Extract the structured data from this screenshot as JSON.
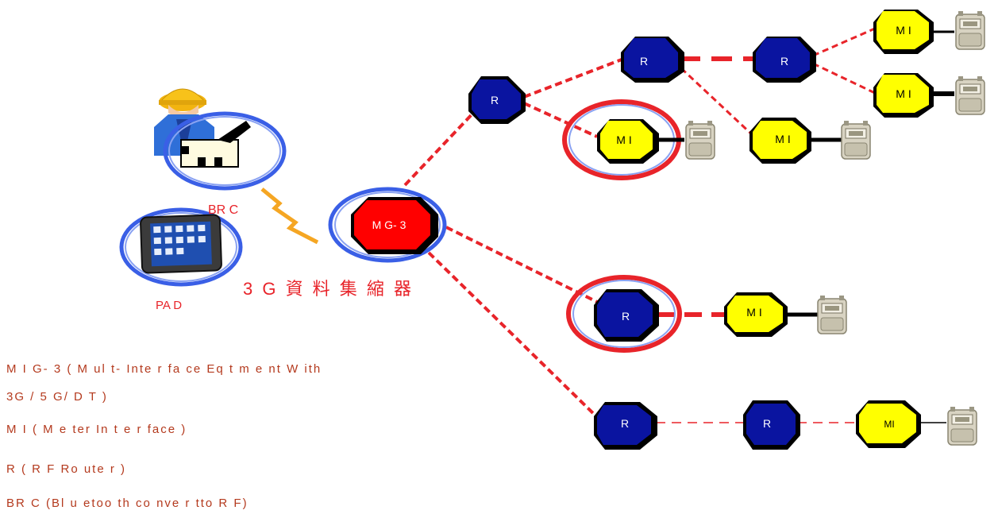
{
  "labels": {
    "brc": "BR C",
    "pad": "PA D",
    "concentrator": "3 G 資 料 集 縮 器",
    "mig": "M G- 3",
    "router": "R",
    "meter": "M I",
    "meter_alt": "MI"
  },
  "legend": [
    "M I G- 3  (    M  ul t- Inte  r fa ce  Eq  t m e  nt  W ith",
    "3G  / 5  G/   D  T )",
    "M I  (  M e  ter In  t e  r face   )",
    "R (  R  F  Ro  ute  r )",
    "BR  C (Bl u  etoo  th  co  nve  r tto  R  F)"
  ],
  "colors": {
    "link": "#e8242a",
    "router": "#0a14a0",
    "meter": "#ffff00",
    "mig": "#ff0000",
    "ring_blue": "#3a5fe6",
    "ring_red": "#e8242a",
    "text": "#b43a1e"
  }
}
